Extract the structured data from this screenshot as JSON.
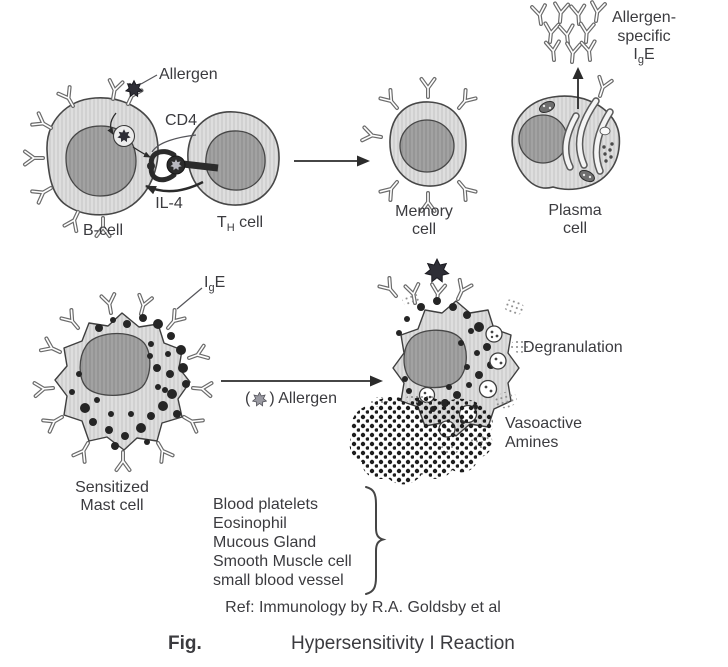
{
  "figure": {
    "fig_label": "Fig.",
    "caption": "Hypersensitivity I Reaction",
    "reference": "Ref: Immunology by R.A. Goldsby et al"
  },
  "sensitization_panel": {
    "allergen_label": "Allergen",
    "cd4_label": "CD4",
    "il4_label": "IL-4",
    "b_cell_label": "B-cell",
    "th_cell_label": {
      "pre": "T",
      "sub": "H",
      "post": " cell"
    },
    "memory_cell_label": {
      "line1": "Memory",
      "line2": "cell"
    },
    "plasma_cell_label": {
      "line1": "Plasma",
      "line2": "cell"
    },
    "ige_product_label": {
      "line1": "Allergen-",
      "line2": "specific",
      "ige_pre": "I",
      "ige_sub": "g",
      "ige_post": "E"
    }
  },
  "activation_panel": {
    "ige_label": {
      "pre": "I",
      "sub": "g",
      "post": "E"
    },
    "mast_cell_label": {
      "line1": "Sensitized",
      "line2": "Mast cell"
    },
    "allergen_arrow_label": {
      "prefix": "(",
      "suffix": ") Allergen"
    },
    "degranulation_label": "Degranulation",
    "vasoactive_label": {
      "line1": "Vasoactive",
      "line2": "Amines"
    },
    "target_list": [
      "Blood platelets",
      "Eosinophil",
      "Mucous Gland",
      "Smooth Muscle cell",
      "small blood vessel"
    ]
  },
  "icons": {
    "allergen_star": "filled 7-point star",
    "antibody": "Y-shaped immunoglobulin glyph"
  },
  "colors": {
    "background": "#ffffff",
    "text": "#3b3b3f",
    "outline": "#474747",
    "cytoplasm": "#dedede",
    "nucleus": "#a0a0a0",
    "granule": "#252525",
    "allergen_star": "#2e2e36",
    "label_star": "#9a9aa2",
    "arrow": "#2b2b2b"
  }
}
